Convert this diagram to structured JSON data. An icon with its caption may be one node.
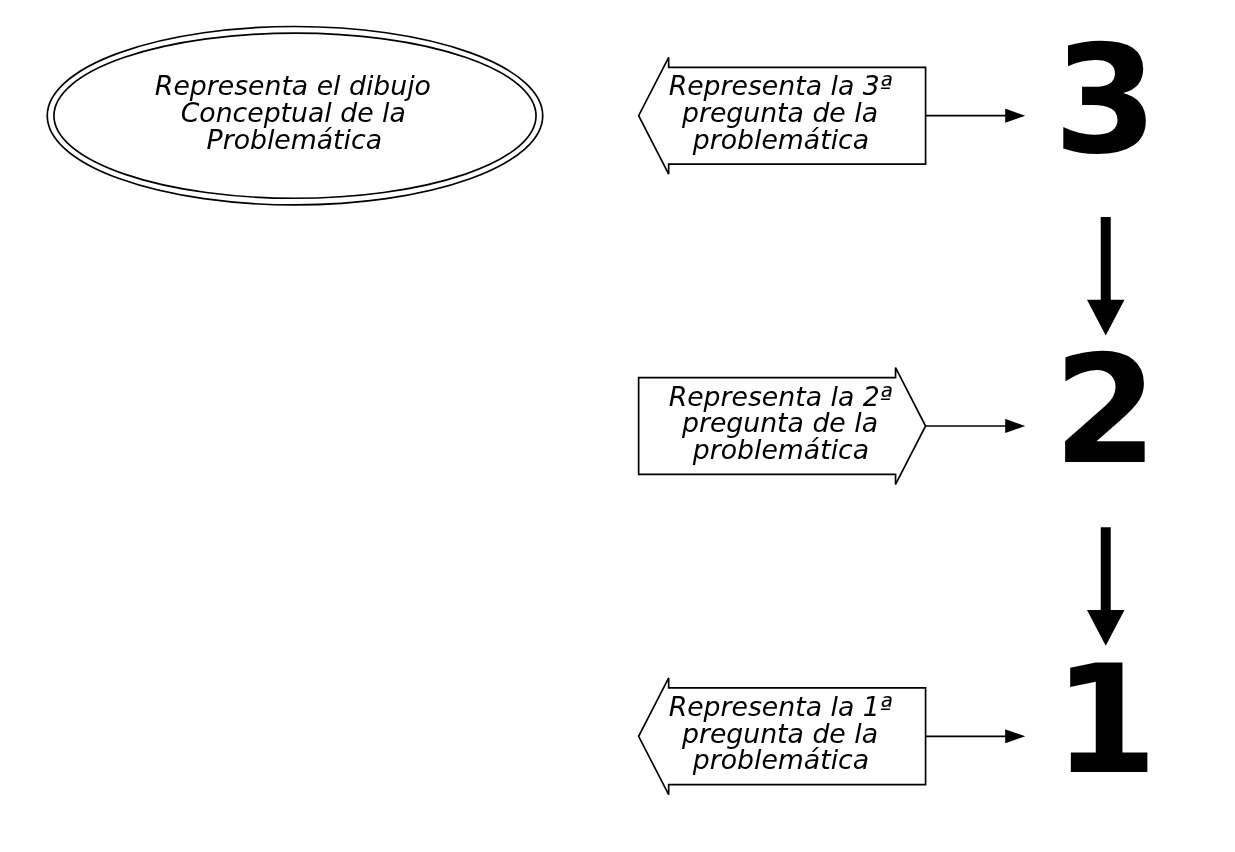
{
  "diagram": {
    "nodes": [
      {
        "text": [
          "Representa el dibujo Conceptual de la Problemática"
        ]
      },
      {
        "text": [
          "3"
        ]
      },
      {
        "text": [
          "Representa la 3ª pregunta de la problemática"
        ]
      },
      {
        "text": [
          "Representa la 2ª pregunta de la problemática"
        ]
      },
      {
        "text": [
          "2"
        ]
      },
      {
        "text": [
          "1"
        ]
      },
      {
        "text": [
          "Representa la 1ª pregunta de la problemática"
        ]
      }
    ],
    "edges": [
      {
        "from": 2,
        "to": 1,
        "arrow": "to"
      },
      {
        "from": 1,
        "to": 4,
        "arrow": "to",
        "style": "thick"
      },
      {
        "from": 3,
        "to": 4,
        "arrow": "to"
      },
      {
        "from": 4,
        "to": 5,
        "arrow": "to",
        "style": "thick"
      },
      {
        "from": 6,
        "to": 5,
        "arrow": "to"
      }
    ]
  }
}
